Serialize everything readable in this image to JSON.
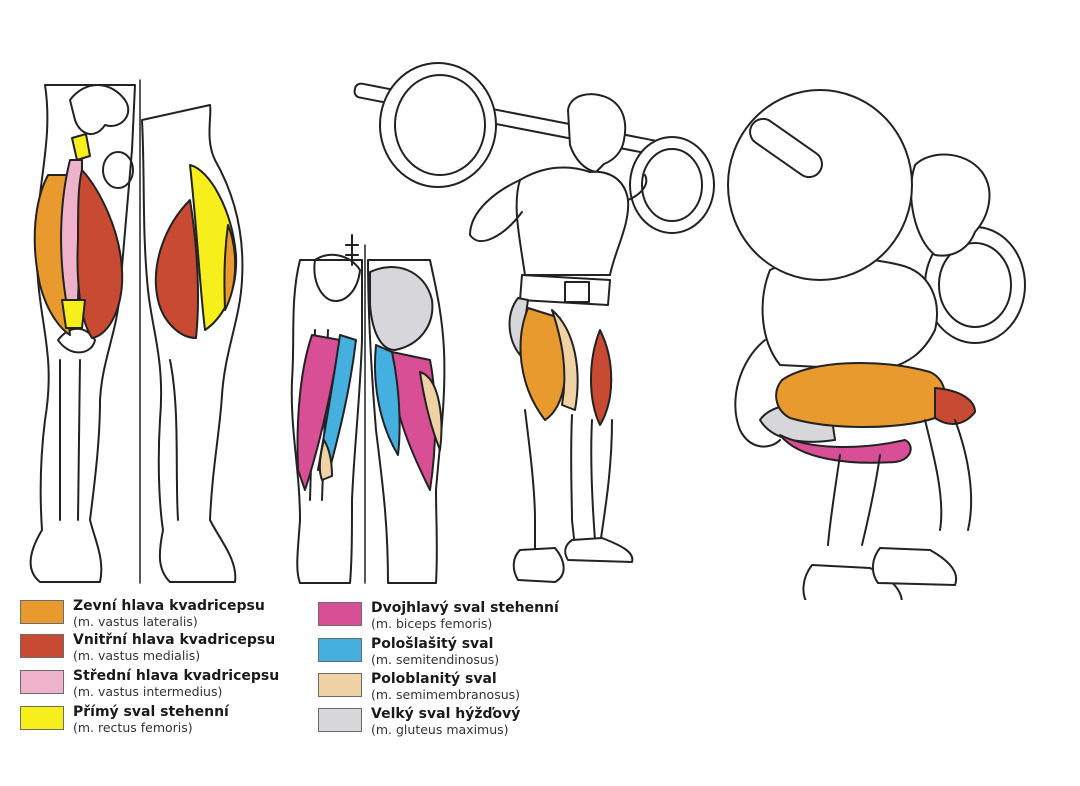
{
  "colors": {
    "vastus_lateralis": "#e89a2e",
    "vastus_medialis": "#c84a32",
    "vastus_intermedius": "#eeb3ca",
    "rectus_femoris": "#f7ef1c",
    "biceps_femoris": "#d94f96",
    "semitendinosus": "#45afe0",
    "semimembranosus": "#f0d3a4",
    "gluteus_maximus": "#d7d6da",
    "outline": "#222222"
  },
  "legend": {
    "left": [
      {
        "name": "Zevní hlava kvadricepsu",
        "latin": "(m. vastus lateralis)",
        "color": "#e89a2e"
      },
      {
        "name": "Vnitřní hlava kvadricepsu",
        "latin": "(m. vastus medialis)",
        "color": "#c84a32"
      },
      {
        "name": "Střední hlava kvadricepsu",
        "latin": "(m. vastus intermedius)",
        "color": "#eeb3ca"
      },
      {
        "name": "Přímý sval stehenní",
        "latin": "(m. rectus femoris)",
        "color": "#f7ef1c"
      }
    ],
    "right": [
      {
        "name": "Dvojhlavý sval stehenní",
        "latin": "(m. biceps femoris)",
        "color": "#d94f96"
      },
      {
        "name": "Pološlašitý sval",
        "latin": "(m. semitendinosus)",
        "color": "#45afe0"
      },
      {
        "name": "Poloblanitý sval",
        "latin": "(m. semimembranosus)",
        "color": "#f0d3a4"
      },
      {
        "name": "Velký sval hýžďový",
        "latin": "(m. gluteus maximus)",
        "color": "#d7d6da"
      }
    ]
  },
  "icons": {
    "front_legs": "front-thigh-anatomy-icon",
    "back_legs": "rear-thigh-anatomy-icon",
    "standing": "standing-barbell-figure-icon",
    "squat": "squatting-barbell-figure-icon"
  }
}
